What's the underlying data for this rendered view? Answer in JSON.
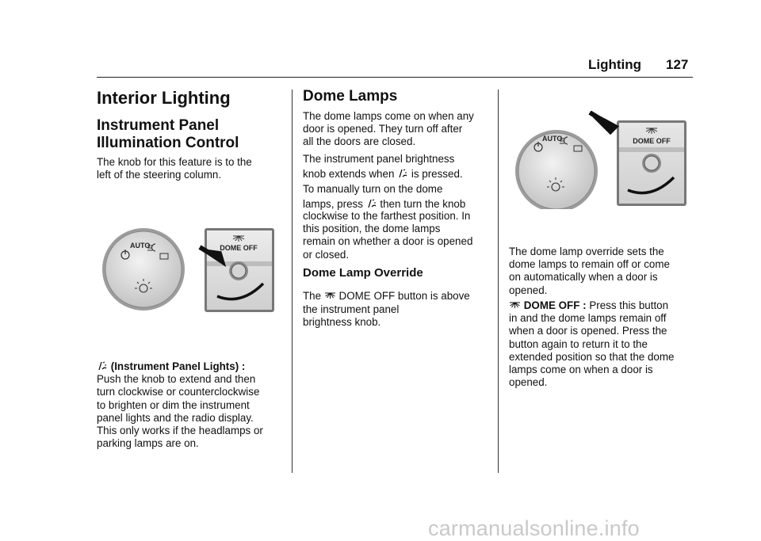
{
  "header": {
    "title": "Lighting",
    "page_number": "127"
  },
  "col1": {
    "heading": "Interior Lighting",
    "subheading_line1": "Instrument Panel",
    "subheading_line2": "Illumination Control",
    "intro_line1": "The knob for this feature is to the",
    "intro_line2": "left of the steering column.",
    "figure_label": "DOME OFF",
    "figure_auto_label": "AUTO",
    "term": "(Instrument Panel Lights) :",
    "desc_lines": [
      "Push the knob to extend and then",
      "turn clockwise or counterclockwise",
      "to brighten or dim the instrument",
      "panel lights and the radio display.",
      "This only works if the headlamps or",
      "parking lamps are on."
    ]
  },
  "col2": {
    "heading": "Dome Lamps",
    "lines1": [
      "The dome lamps come on when any",
      "door is opened. They turn off after",
      "all the doors are closed."
    ],
    "line_b1": "The instrument panel brightness",
    "line_b2_pre": "knob extends when",
    "line_b2_post": "is pressed.",
    "line_b3": "To manually turn on the dome",
    "line_b4_pre": "lamps, press",
    "line_b4_post": "then turn the knob",
    "lines_b_rest": [
      "clockwise to the farthest position. In",
      "this position, the dome lamps",
      "remain on whether a door is opened",
      "or closed."
    ],
    "subheading": "Dome Lamp Override",
    "override_pre": "The",
    "override_post": "DOME OFF button is above",
    "override_line2": "the instrument panel",
    "override_line3": "brightness knob."
  },
  "col3": {
    "figure_label": "DOME OFF",
    "figure_auto_label": "AUTO",
    "lines1": [
      "The dome lamp override sets the",
      "dome lamps to remain off or come",
      "on automatically when a door is",
      "opened."
    ],
    "term": "DOME OFF :",
    "term_rest": "Press this button",
    "lines2": [
      "in and the dome lamps remain off",
      "when a door is opened. Press the",
      "button again to return it to the",
      "extended position so that the dome",
      "lamps come on when a door is",
      "opened."
    ]
  },
  "footer": {
    "watermark": "carmanualsonline.info"
  },
  "colors": {
    "text": "#111111",
    "rule": "#222222",
    "watermark": "#c9c9c9",
    "panel": "#d8d8d8"
  }
}
